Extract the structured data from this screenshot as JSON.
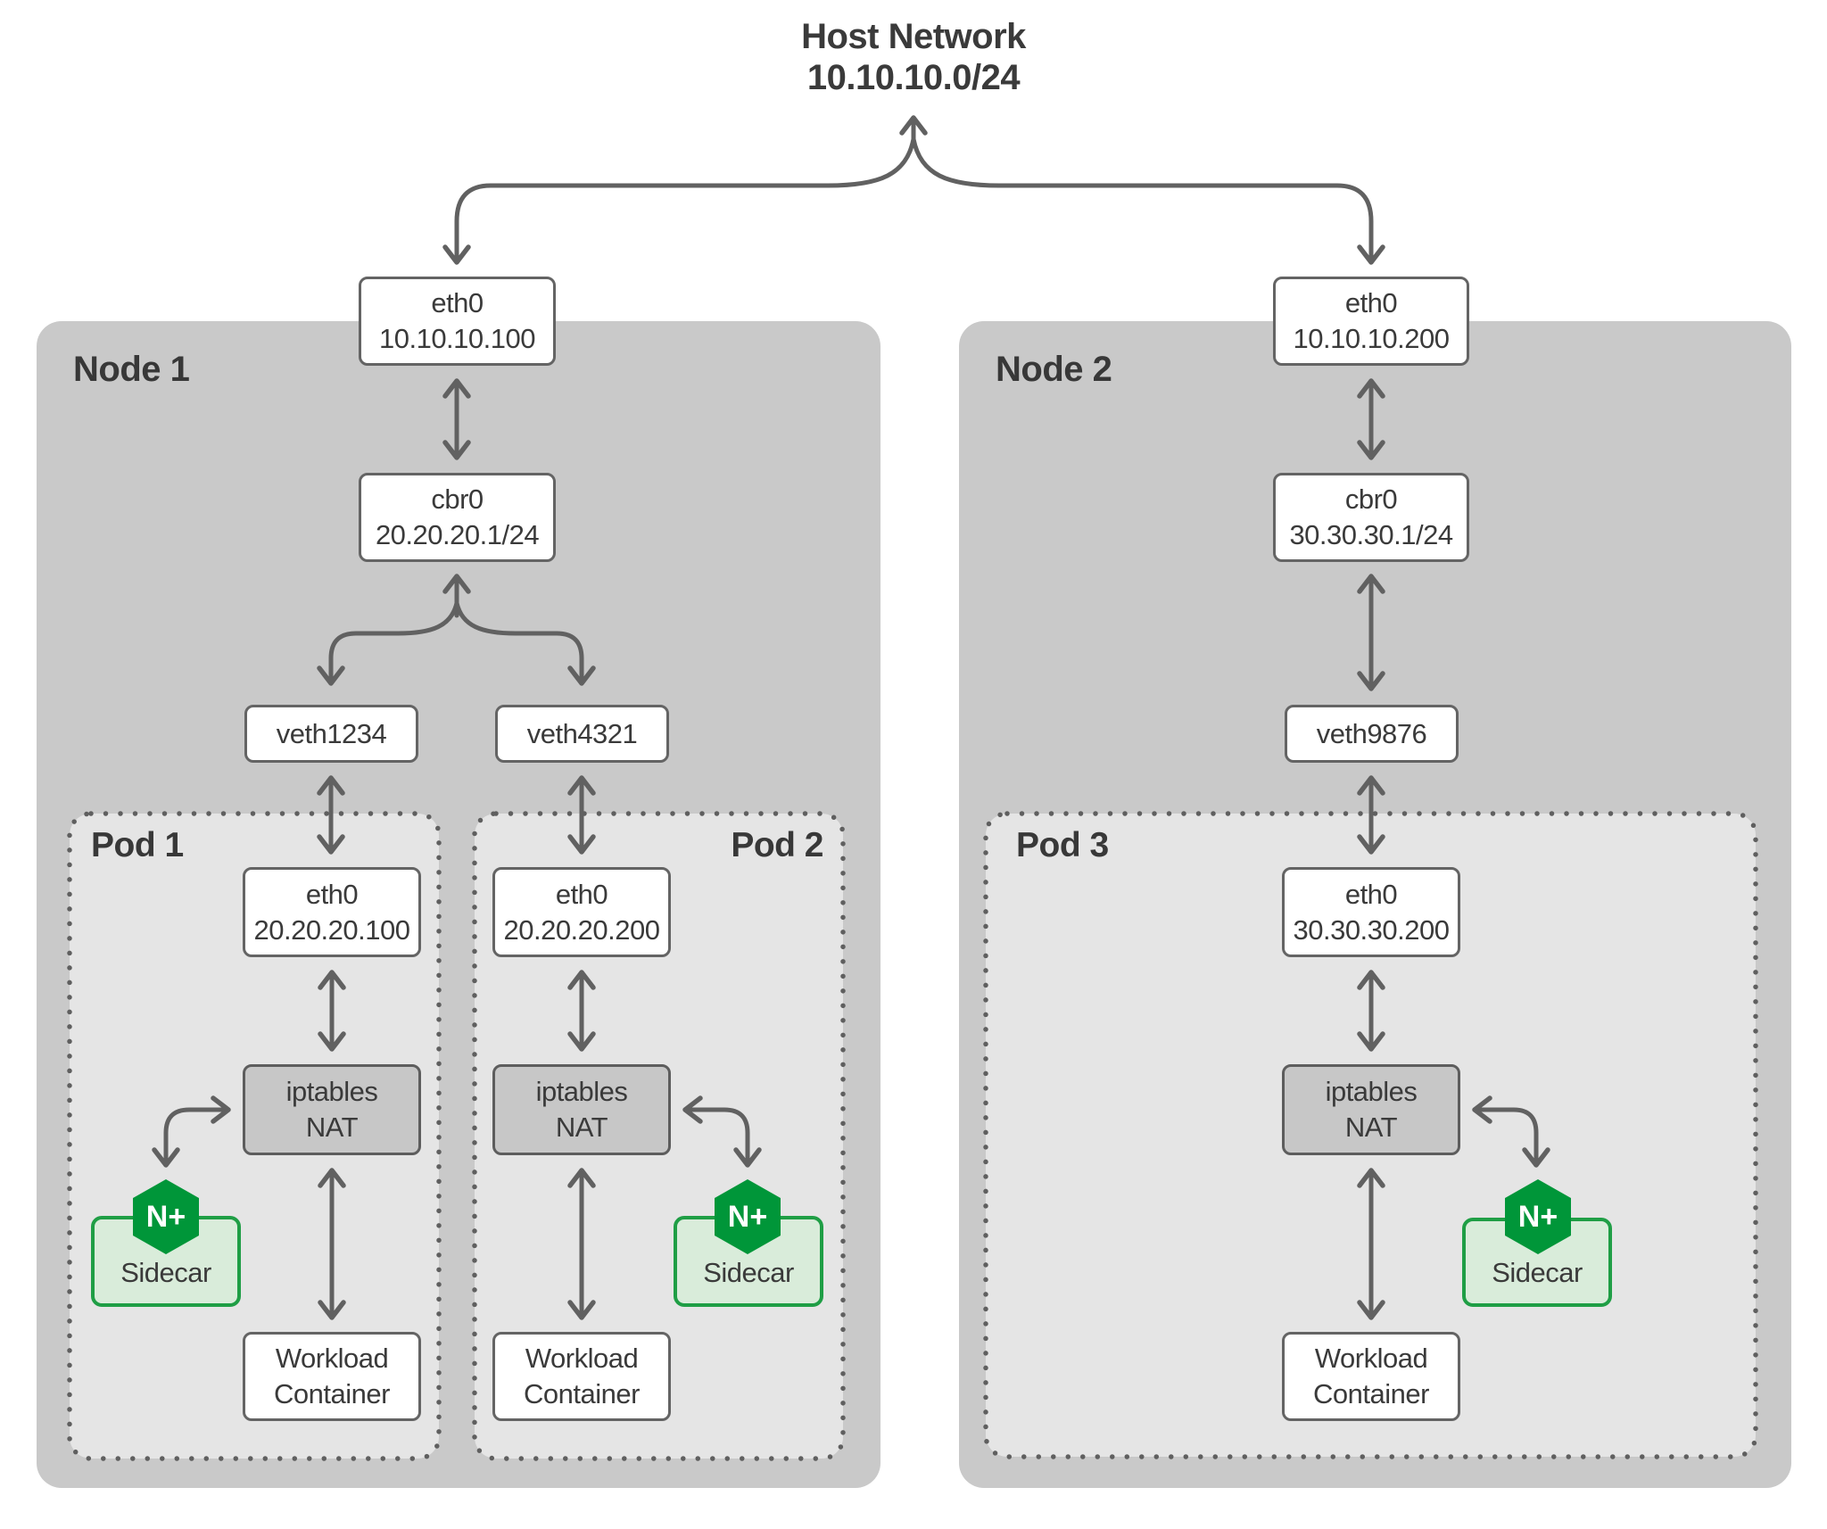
{
  "title": {
    "line1": "Host Network",
    "line2": "10.10.10.0/24"
  },
  "colors": {
    "node_fill": "#c9c9c9",
    "pod_fill": "#e5e5e5",
    "box_border": "#646464",
    "nat_fill": "#c7c7c7",
    "arrow": "#616161",
    "text": "#3a3a3a",
    "nginx_green": "#009639",
    "sidecar_fill": "#d9ecda",
    "sidecar_border": "#1f9e45"
  },
  "nodes": [
    {
      "label": "Node 1"
    },
    {
      "label": "Node 2"
    }
  ],
  "pods": [
    {
      "label": "Pod 1"
    },
    {
      "label": "Pod 2"
    },
    {
      "label": "Pod 3"
    }
  ],
  "interfaces": {
    "node1_eth0": {
      "name": "eth0",
      "address": "10.10.10.100"
    },
    "node1_cbr0": {
      "name": "cbr0",
      "address": "20.20.20.1/24"
    },
    "node2_eth0": {
      "name": "eth0",
      "address": "10.10.10.200"
    },
    "node2_cbr0": {
      "name": "cbr0",
      "address": "30.30.30.1/24"
    },
    "veth1": {
      "name": "veth1234"
    },
    "veth2": {
      "name": "veth4321"
    },
    "veth3": {
      "name": "veth9876"
    },
    "pod1_eth0": {
      "name": "eth0",
      "address": "20.20.20.100"
    },
    "pod2_eth0": {
      "name": "eth0",
      "address": "20.20.20.200"
    },
    "pod3_eth0": {
      "name": "eth0",
      "address": "30.30.30.200"
    }
  },
  "components": {
    "nat": {
      "line1": "iptables",
      "line2": "NAT"
    },
    "workload": {
      "line1": "Workload",
      "line2": "Container"
    },
    "sidecar": {
      "label": "Sidecar",
      "logo_text": "N+"
    }
  }
}
